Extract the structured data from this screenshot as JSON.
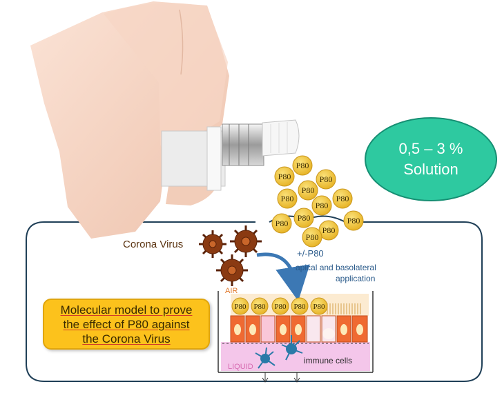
{
  "solution_bubble": {
    "line1": "0,5 – 3 %",
    "line2": "Solution"
  },
  "p80_label": "P80",
  "corona_label": "Corona Virus",
  "treatment_label": "+/-P80",
  "application_line1": "apical and basolateral",
  "application_line2": "application",
  "air_label": "AIR",
  "liquid_label": "LIQUID",
  "immune_label": "immune cells",
  "model_text": {
    "line1": "Molecular model to prove",
    "line2": "the effect of P80 against",
    "line3": "the Corona Virus"
  },
  "colors": {
    "bubble_fill": "#2ec9a0",
    "box_fill": "#fcc21c",
    "p80_fill": "#f3c93a",
    "frame": "#1f3f57",
    "virus": "#8a3a12",
    "cells": "#ef6a32",
    "arrow": "#3c78b4"
  }
}
